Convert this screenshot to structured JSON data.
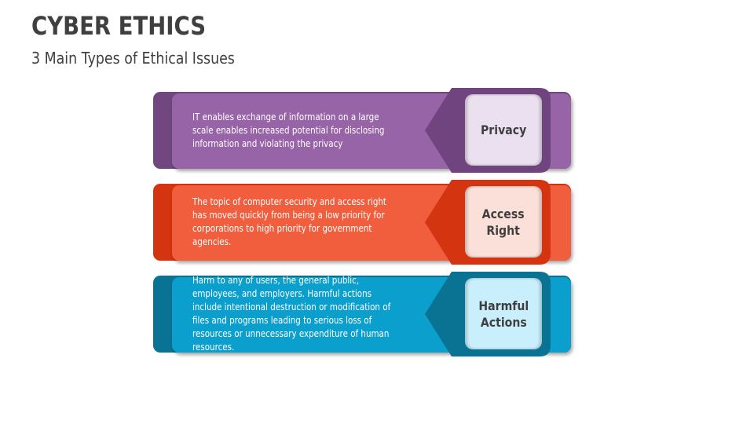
{
  "header": {
    "title": "CYBER ETHICS",
    "subtitle": "3 Main Types of Ethical Issues"
  },
  "items": [
    {
      "label": "Privacy",
      "description": "IT enables exchange of information on a large scale enables increased potential for disclosing information and violating the privacy",
      "colors": {
        "back": "#71477f",
        "front": "#9864a8",
        "tab": "#70457f",
        "box": "#ebe0ef"
      }
    },
    {
      "label": "Access\nRight",
      "description": "The topic of computer security and access right has moved quickly from being a low priority for corporations to high priority for government agencies.",
      "colors": {
        "back": "#d4340f",
        "front": "#f15e3e",
        "tab": "#d4340f",
        "box": "#fbe0d9"
      }
    },
    {
      "label": "Harmful\nActions",
      "description": "Harm to any of users, the general public, employees, and employers. Harmful actions include intentional destruction or modification of files and programs leading to serious loss of resources or unnecessary expenditure of human resources.",
      "colors": {
        "back": "#0a7394",
        "front": "#0b9fcd",
        "tab": "#0a7394",
        "box": "#c8effb"
      }
    }
  ]
}
